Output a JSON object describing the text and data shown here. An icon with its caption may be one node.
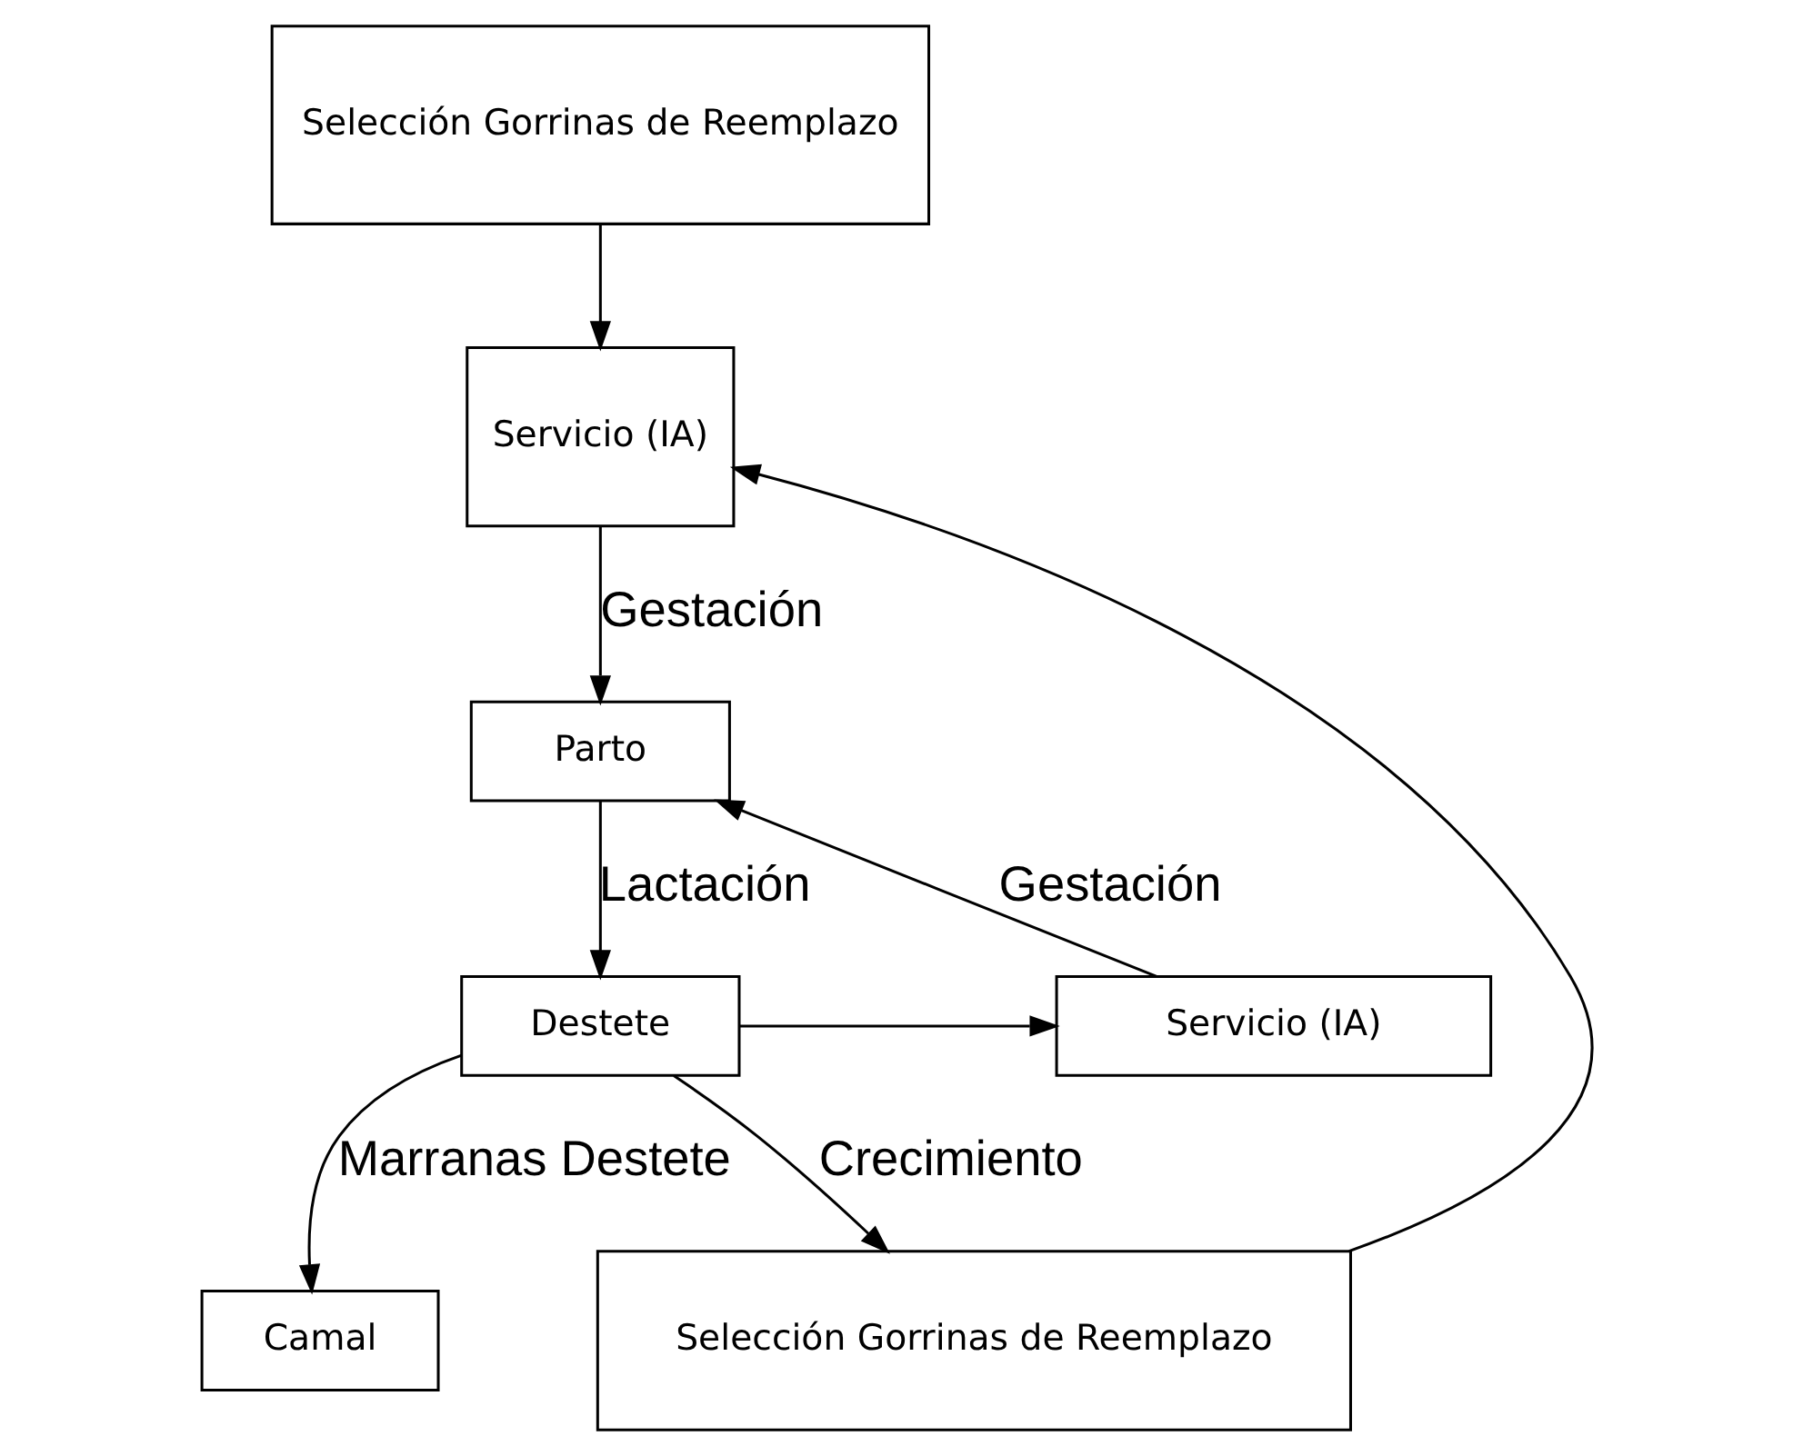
{
  "diagram": {
    "nodes": [
      {
        "text": [
          "Selección Gorrinas de Reemplazo"
        ]
      },
      {
        "text": [
          "Servicio (IA)"
        ]
      },
      {
        "text": [
          "Parto"
        ]
      },
      {
        "text": [
          "Destete"
        ]
      },
      {
        "text": [
          "Servicio (IA)"
        ]
      },
      {
        "text": [
          "Camal"
        ]
      },
      {
        "text": [
          "Selección Gorrinas de Reemplazo"
        ]
      }
    ],
    "edges": [
      {
        "from": 0,
        "to": 1,
        "arrow": "to"
      },
      {
        "from": 1,
        "to": 2,
        "arrow": "to",
        "label": "Gestación"
      },
      {
        "from": 2,
        "to": 3,
        "arrow": "to",
        "label": "Lactación"
      },
      {
        "from": 3,
        "to": 4,
        "arrow": "to"
      },
      {
        "from": 4,
        "to": 2,
        "arrow": "to",
        "label": "Gestación"
      },
      {
        "from": 3,
        "to": 5,
        "arrow": "to",
        "label": "Marranas Destete"
      },
      {
        "from": 3,
        "to": 6,
        "arrow": "to",
        "label": "Crecimiento"
      },
      {
        "from": 6,
        "to": 1,
        "arrow": "to"
      }
    ]
  }
}
